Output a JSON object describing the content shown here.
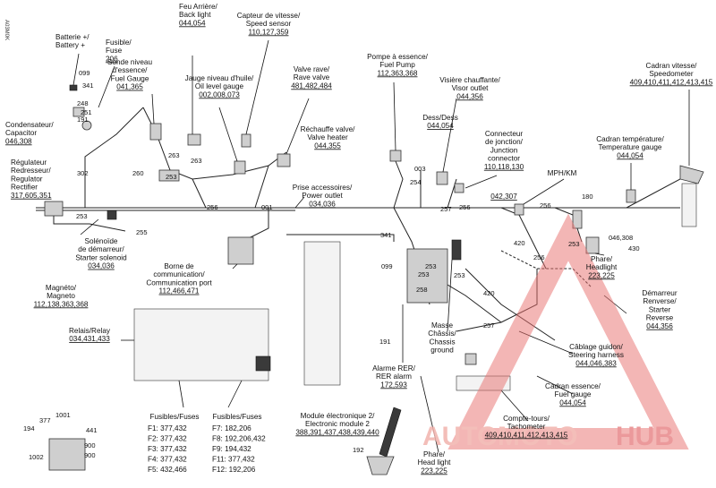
{
  "diagram_ref": "A03M0K",
  "labels": {
    "battery": [
      "Batterie +/",
      "Battery +"
    ],
    "fuse": [
      "Fusible/",
      "Fuse"
    ],
    "fuel_gauge_sender": [
      "Sonde niveau",
      "d'essence/",
      "Fuel Gauge"
    ],
    "back_light": [
      "Feu Arrière/",
      "Back light"
    ],
    "speed_sensor": [
      "Capteur de vitesse/",
      "Speed sensor"
    ],
    "oil_gauge": [
      "Jauge niveau d'huile/",
      "Oil level gauge"
    ],
    "rave_valve": [
      "Valve rave/",
      "Rave valve"
    ],
    "fuel_pump": [
      "Pompe à essence/",
      "Fuel Pump"
    ],
    "visor_outlet": [
      "Visière chauffante/",
      "Visor outlet"
    ],
    "speedometer": [
      "Cadran vitesse/",
      "Speedometer"
    ],
    "capacitor": [
      "Condensateur/",
      "Capacitor"
    ],
    "regulator": [
      "Régulateur",
      "Redresseur/",
      "Regulator",
      "Rectifier"
    ],
    "valve_heater": [
      "Réchauffe valve/",
      "Valve heater"
    ],
    "dess": [
      "Dess/Dess"
    ],
    "junction": [
      "Connecteur",
      "de jonction/",
      "Junction",
      "connector"
    ],
    "temp_gauge": [
      "Cadran température/",
      "Temperature gauge"
    ],
    "mph_km": [
      "MPH/KM"
    ],
    "power_outlet": [
      "Prise accessoires/",
      "Power outlet"
    ],
    "starter_solenoid": [
      "Solénoïde",
      "de démarreur/",
      "Starter solenoid"
    ],
    "comm_port": [
      "Borne de",
      "communication/",
      "Communication port"
    ],
    "magneto": [
      "Magnéto/",
      "Magneto"
    ],
    "relay": [
      "Relais/Relay"
    ],
    "headlight_r": [
      "Phare/",
      "Headlight"
    ],
    "starter_reverse": [
      "Démarreur",
      "Renverse/",
      "Starter",
      "Reverse"
    ],
    "chassis_ground": [
      "Masse",
      "Châssis/",
      "Chassis",
      "ground"
    ],
    "rer_alarm": [
      "Alarme RER/",
      "RER alarm"
    ],
    "steering_harness": [
      "Câblage guidon/",
      "Steering harness"
    ],
    "fuel_gauge": [
      "Cadran essence/",
      "Fuel gauge"
    ],
    "tachometer": [
      "Compte-tours/",
      "Tachometer"
    ],
    "headlight_b": [
      "Phare/",
      "Head light"
    ],
    "module2": [
      "Module électronique 2/",
      "Electronic module 2"
    ],
    "fuses_left": [
      "Fusibles/Fuses"
    ],
    "fuses_right": [
      "Fusibles/Fuses"
    ]
  },
  "codes": {
    "battery": "",
    "fuse": "206",
    "fuel_gauge_sender": "041,365",
    "back_light": "044,054",
    "speed_sensor": "110,127,359",
    "oil_gauge": "002,008,073",
    "rave_valve": "481,482,484",
    "fuel_pump": "112,363,368",
    "visor_outlet": "044,356",
    "speedometer": "409,410,411,412,413,415",
    "capacitor": "046,308",
    "regulator": "317,605,351",
    "valve_heater": "044,355",
    "dess": "044,054",
    "junction": "110,118,130",
    "temp_gauge": "044,054",
    "power_outlet": "034,036",
    "starter_solenoid": "034,036",
    "comm_port": "112,466,471",
    "magneto": "112,138,363,368",
    "relay": "034,431,433",
    "headlight_r": "223,225",
    "starter_reverse": "044,356",
    "rer_alarm": "172,593",
    "steering_harness": "044,046,383",
    "fuel_gauge": "044,054",
    "tachometer": "409,410,411,412,413,415",
    "headlight_b": "223,225",
    "module2": "388,391,437,438,439,440",
    "mph_code": "042,307"
  },
  "fuses_left": [
    "F1: 377,432",
    "F2: 377,432",
    "F3: 377,432",
    "F4: 377,432",
    "F5: 432,466"
  ],
  "fuses_right": [
    "F7: 182,206",
    "F8: 192,206,432",
    "F9: 194,432",
    "F11: 377,432",
    "F12: 192,206"
  ],
  "callouts": [
    "099",
    "341",
    "248",
    "251",
    "191",
    "302",
    "260",
    "263",
    "253",
    "256",
    "001",
    "255",
    "263",
    "253",
    "254",
    "003",
    "257",
    "256",
    "341",
    "099",
    "253",
    "253",
    "258",
    "253",
    "420",
    "257",
    "420",
    "256",
    "253",
    "256",
    "046,308",
    "430",
    "180",
    "191",
    "192",
    "194",
    "377",
    "1001",
    "441",
    "900",
    "1002",
    "900"
  ],
  "watermark": {
    "part1": "AUTO",
    "part2": "MOTO",
    "part3": "HUB"
  }
}
